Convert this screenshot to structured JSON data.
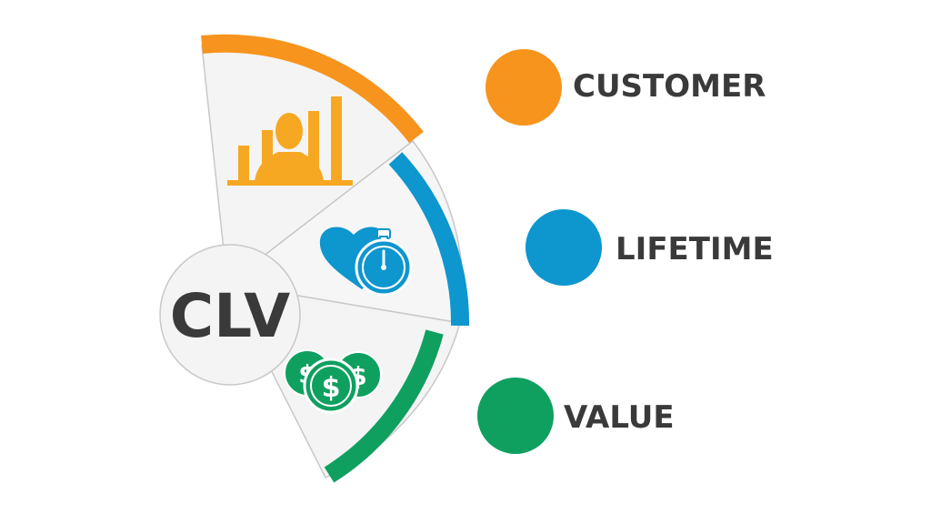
{
  "center": {
    "label": "CLV"
  },
  "segments": [
    {
      "label": "CUSTOMER",
      "color": "#f7941d",
      "icon": "person-bar-chart-icon"
    },
    {
      "label": "LIFETIME",
      "color": "#0e96cf",
      "icon": "heart-stopwatch-icon"
    },
    {
      "label": "VALUE",
      "color": "#0fa060",
      "icon": "dollar-coins-icon"
    }
  ],
  "colors": {
    "wedge_fill": "#f4f4f4",
    "wedge_stroke": "#c8c8c8",
    "text": "#3a3a3a"
  }
}
